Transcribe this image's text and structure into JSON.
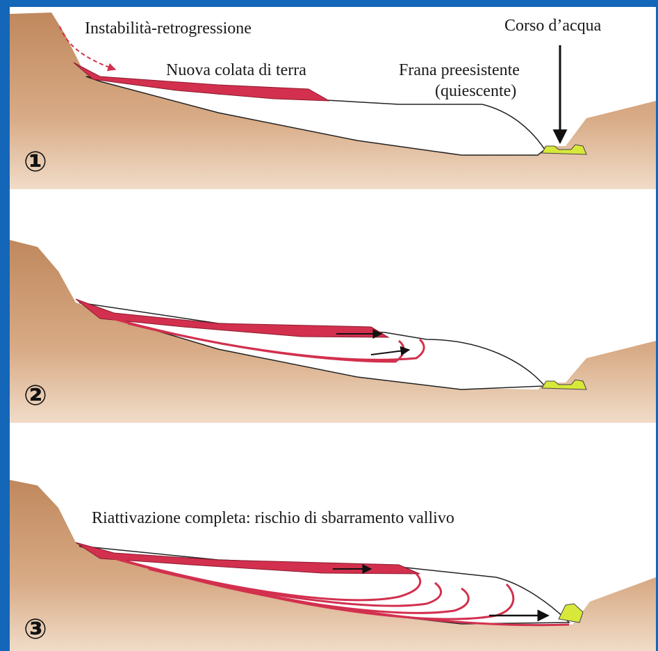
{
  "panels": [
    {
      "number": "①",
      "labels": {
        "instability": "Instabilità-retrogressione",
        "new_flow": "Nuova colata di terra",
        "preexisting_line1": "Frana preesistente",
        "preexisting_line2": "(quiescente)",
        "watercourse": "Corso d’acqua"
      }
    },
    {
      "number": "②"
    },
    {
      "number": "③",
      "labels": {
        "caption": "Riattivazione completa: rischio di sbarramento vallivo"
      }
    }
  ],
  "colors": {
    "background_border": "#1466b8",
    "ground": "#c9936a",
    "ground_light": "#e7c9ad",
    "landslide": "#ffffff",
    "earthflow": "#d2304e",
    "water": "#d8e83a",
    "outline": "#222222"
  }
}
